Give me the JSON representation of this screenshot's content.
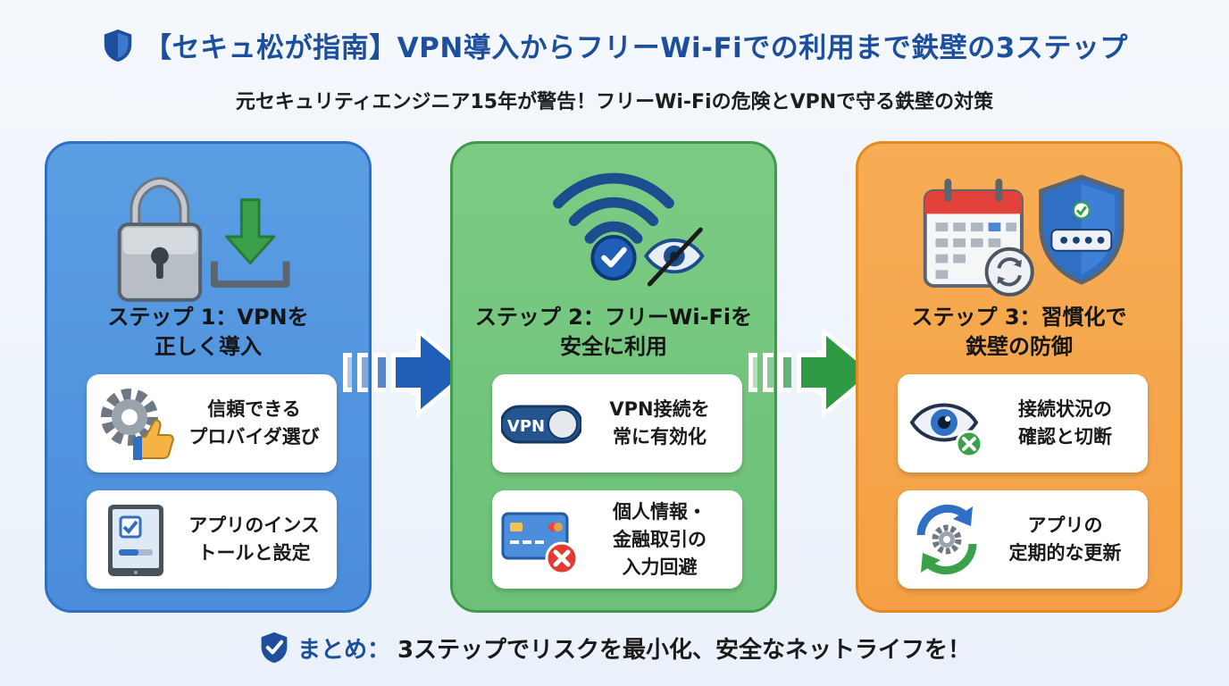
{
  "header": {
    "title": "【セキュ松が指南】VPN導入からフリーWi-Fiでの利用まで鉄壁の3ステップ",
    "subtitle": "元セキュリティエンジニア15年が警告！フリーWi-Fiの危険とVPNで守る鉄壁の対策"
  },
  "steps": [
    {
      "title_line1": "ステップ 1：VPNを",
      "title_line2": "正しく導入",
      "icons": [
        "padlock-icon",
        "download-icon"
      ],
      "cards": [
        {
          "line1": "信頼できる",
          "line2": "プロバイダ選び",
          "icon": "gear-thumbs-up-icon"
        },
        {
          "line1": "アプリのインス",
          "line2": "トールと設定",
          "icon": "tablet-settings-icon"
        }
      ]
    },
    {
      "title_line1": "ステップ 2：フリーWi-Fiを",
      "title_line2": "安全に利用",
      "icons": [
        "wifi-check-icon",
        "eye-slash-icon"
      ],
      "cards": [
        {
          "line1": "VPN接続を",
          "line2": "常に有効化",
          "icon": "vpn-toggle-icon",
          "badge": "VPN"
        },
        {
          "line1": "個人情報・",
          "line2": "金融取引の",
          "line3": "入力回避",
          "icon": "credit-card-blocked-icon"
        }
      ]
    },
    {
      "title_line1": "ステップ 3：習慣化で",
      "title_line2": "鉄壁の防御",
      "icons": [
        "calendar-refresh-icon",
        "shield-password-icon"
      ],
      "cards": [
        {
          "line1": "接続状況の",
          "line2": "確認と切断",
          "icon": "eye-close-icon"
        },
        {
          "line1": "アプリの",
          "line2": "定期的な更新",
          "icon": "sync-gear-icon"
        }
      ]
    }
  ],
  "footer": {
    "lead": "まとめ：",
    "text": "3ステップでリスクを最小化、安全なネットライフを！"
  },
  "colors": {
    "title": "#1d4f9c",
    "step1": "#4b8ddc",
    "step2": "#6cc077",
    "step3": "#f5a044",
    "arrow1": "#1f5fb8",
    "arrow2": "#2f9a44"
  }
}
